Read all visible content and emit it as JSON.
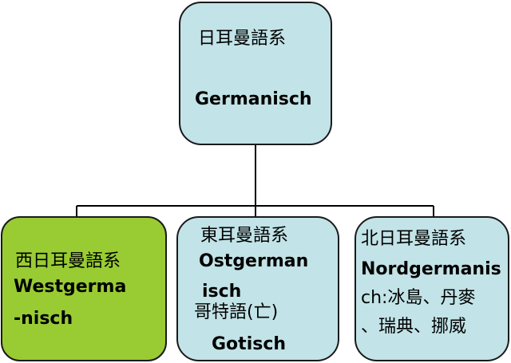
{
  "colors": {
    "box_fill": "#c2e3e7",
    "highlight_fill": "#99cc33",
    "border": "#1a1a1a"
  },
  "root": {
    "name_zh": "日耳曼語系",
    "name_de": "Germanisch"
  },
  "branches": {
    "west": {
      "lines": [
        "西日耳曼語系",
        "Westgerma",
        "-nisch"
      ],
      "highlighted": true
    },
    "east": {
      "lines": [
        "東耳曼語系",
        "Ostgerman",
        "isch",
        "哥特語(亡)",
        "Gotisch"
      ],
      "highlighted": false
    },
    "north": {
      "lines": [
        "北日耳曼語系",
        "Nordgermanis",
        "ch:冰島、丹麥",
        "、瑞典、挪威"
      ],
      "highlighted": false
    }
  }
}
